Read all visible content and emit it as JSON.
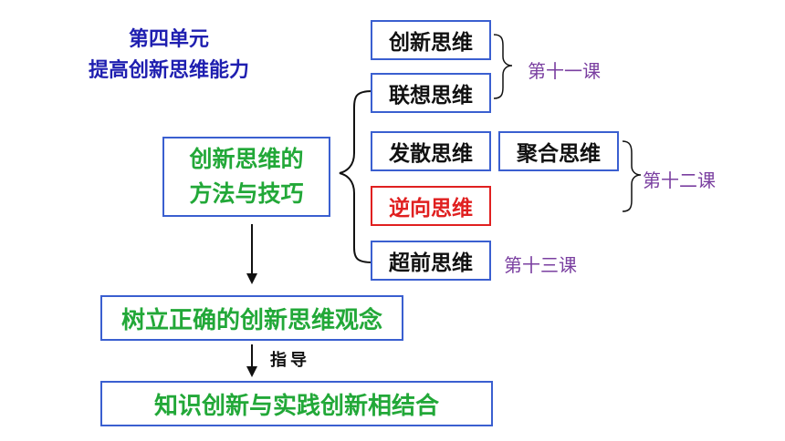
{
  "unit_title": "第四单元",
  "unit_subtitle": "提高创新思维能力",
  "center_topic": [
    "创新思维的",
    "方法与技巧"
  ],
  "methods": {
    "innovative": "创新思维",
    "association": "联想思维",
    "divergent": "发散思维",
    "convergent": "聚合思维",
    "reverse": "逆向思维",
    "advance": "超前思维"
  },
  "lessons": {
    "lesson11": "第十一课",
    "lesson12": "第十二课",
    "lesson13": "第十三课"
  },
  "concept": "树立正确的创新思维观念",
  "guide_label": "指导",
  "combination": "知识创新与实践创新相结合",
  "colors": {
    "blue_title": "#1f1fb0",
    "green": "#22a838",
    "red": "#e02020",
    "purple": "#7a3fa0",
    "box_border": "#3a5fd0"
  }
}
